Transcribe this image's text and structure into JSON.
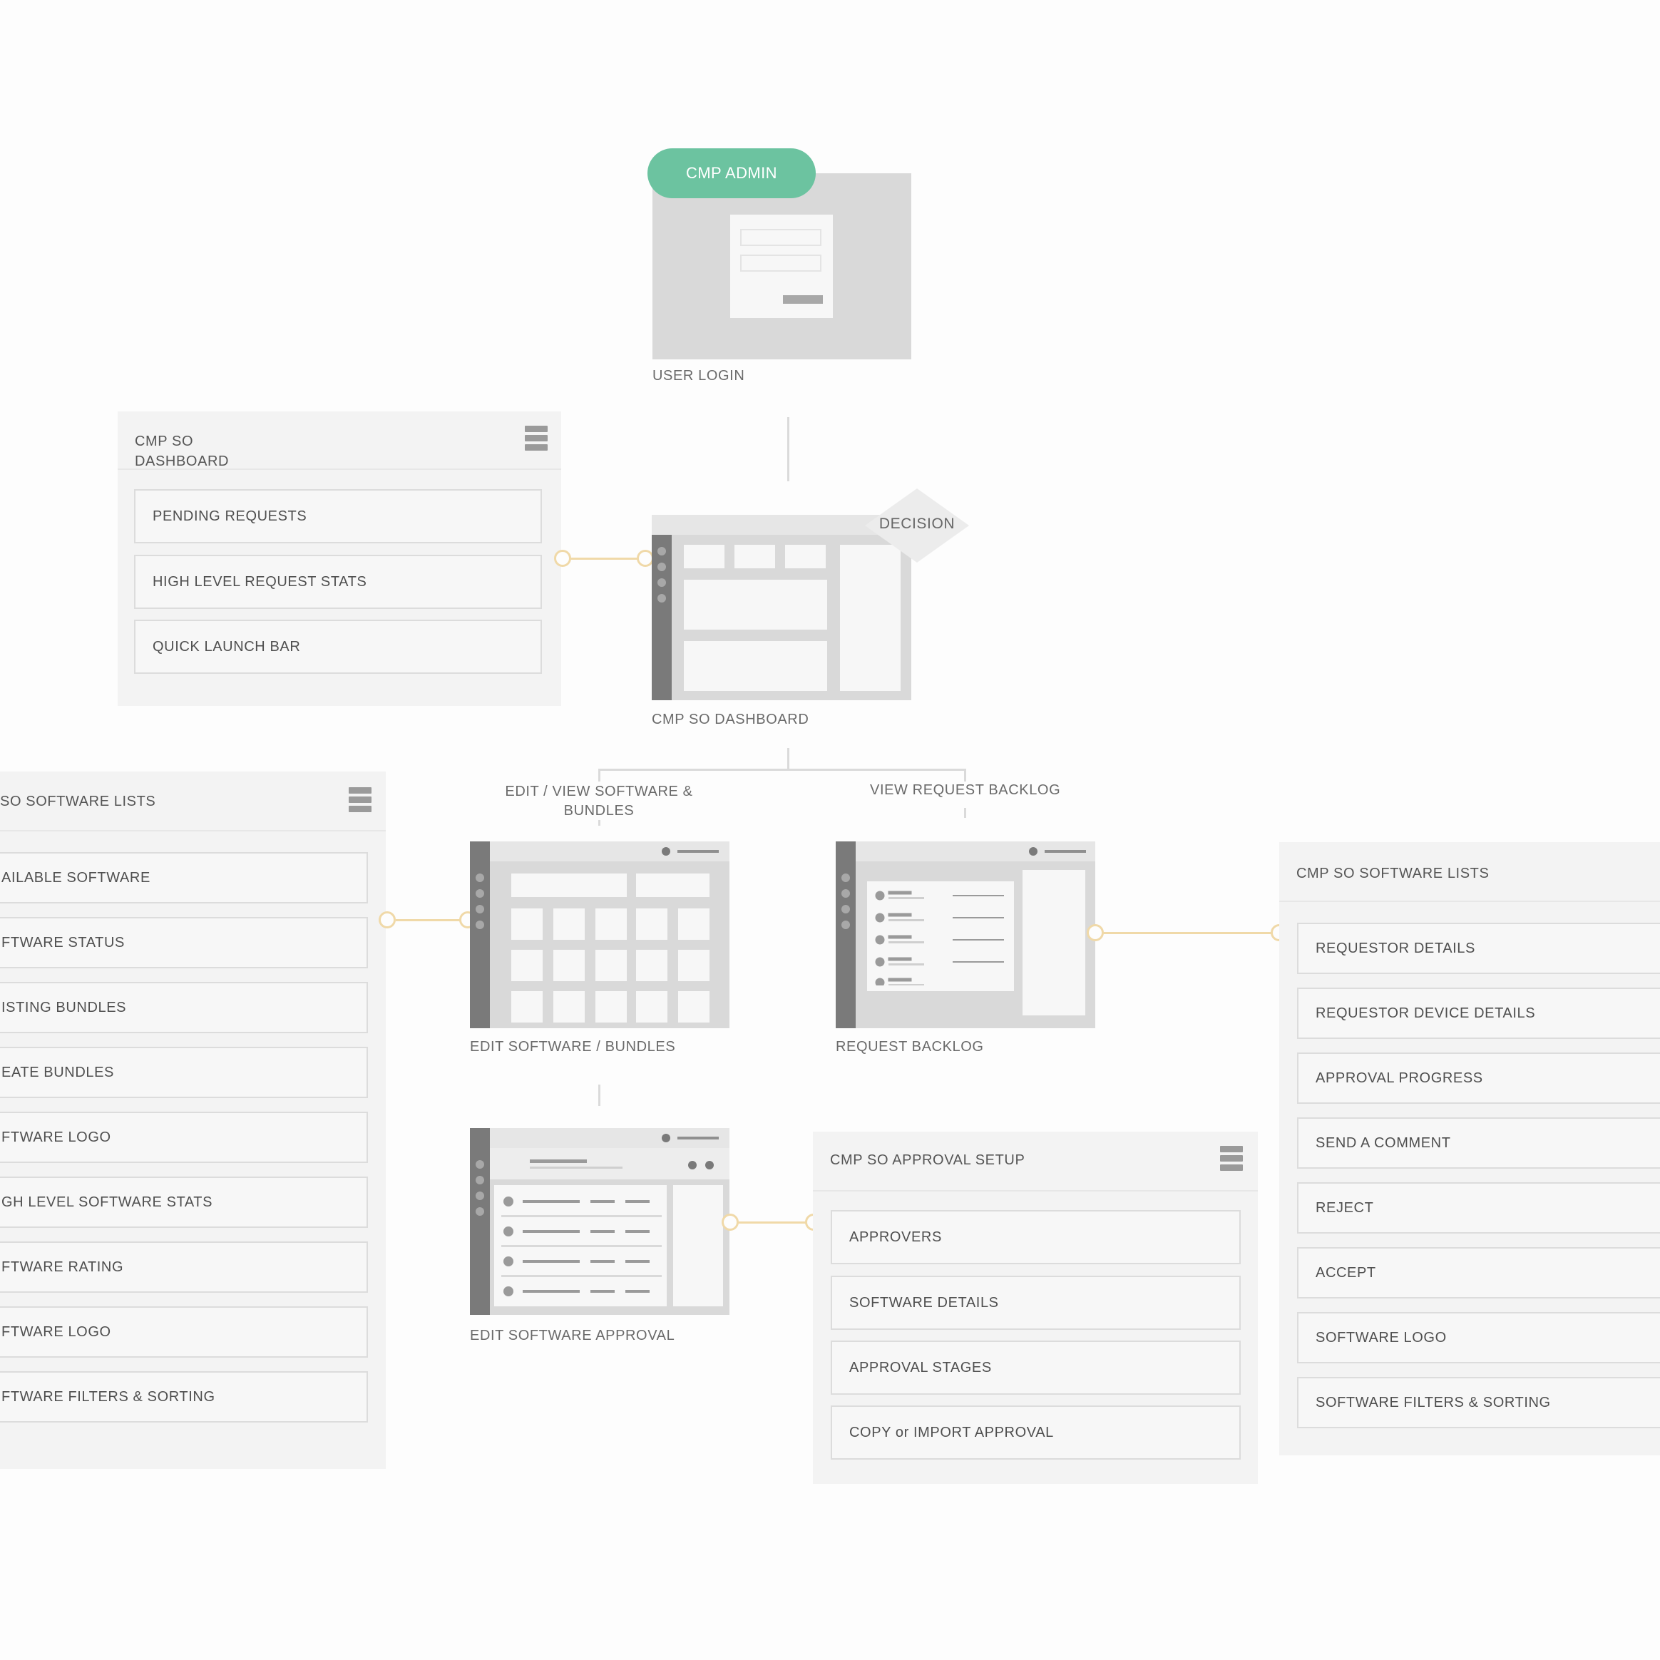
{
  "login": {
    "badge": "CMP ADMIN",
    "caption": "USER LOGIN"
  },
  "dashboard_panel": {
    "title_line1": "CMP SO",
    "title_line2": "DASHBOARD",
    "items": [
      "PENDING REQUESTS",
      "HIGH LEVEL REQUEST STATS",
      "QUICK LAUNCH BAR"
    ]
  },
  "dashboard": {
    "caption": "CMP SO DASHBOARD",
    "decision": "DECISION"
  },
  "branches": {
    "left": "EDIT / VIEW SOFTWARE & BUNDLES",
    "left_line1": "EDIT / VIEW SOFTWARE &",
    "left_line2": "BUNDLES",
    "right": "VIEW REQUEST BACKLOG"
  },
  "left_list_panel": {
    "title": "SO SOFTWARE LISTS",
    "items": [
      "AILABLE SOFTWARE",
      "FTWARE STATUS",
      "ISTING BUNDLES",
      "EATE BUNDLES",
      "FTWARE LOGO",
      "GH LEVEL SOFTWARE STATS",
      "FTWARE RATING",
      "FTWARE LOGO",
      "FTWARE FILTERS & SORTING"
    ]
  },
  "edit_software": {
    "caption": "EDIT SOFTWARE / BUNDLES"
  },
  "request_backlog": {
    "caption": "REQUEST BACKLOG"
  },
  "edit_approval": {
    "caption": "EDIT SOFTWARE APPROVAL"
  },
  "approval_setup_panel": {
    "title": "CMP SO APPROVAL SETUP",
    "items": [
      "APPROVERS",
      "SOFTWARE DETAILS",
      "APPROVAL STAGES",
      "COPY or IMPORT APPROVAL"
    ]
  },
  "right_list_panel": {
    "title": "CMP SO SOFTWARE LISTS",
    "items": [
      "REQUESTOR DETAILS",
      "REQUESTOR DEVICE DETAILS",
      "APPROVAL PROGRESS",
      "SEND A COMMENT",
      "REJECT",
      "ACCEPT",
      "SOFTWARE LOGO",
      "SOFTWARE FILTERS & SORTING"
    ]
  },
  "colors": {
    "accent": "#6cc3a0",
    "connector": "#f0d9a8",
    "wireframe": "#d9d9d9",
    "sidebar": "#7a7a7a"
  }
}
